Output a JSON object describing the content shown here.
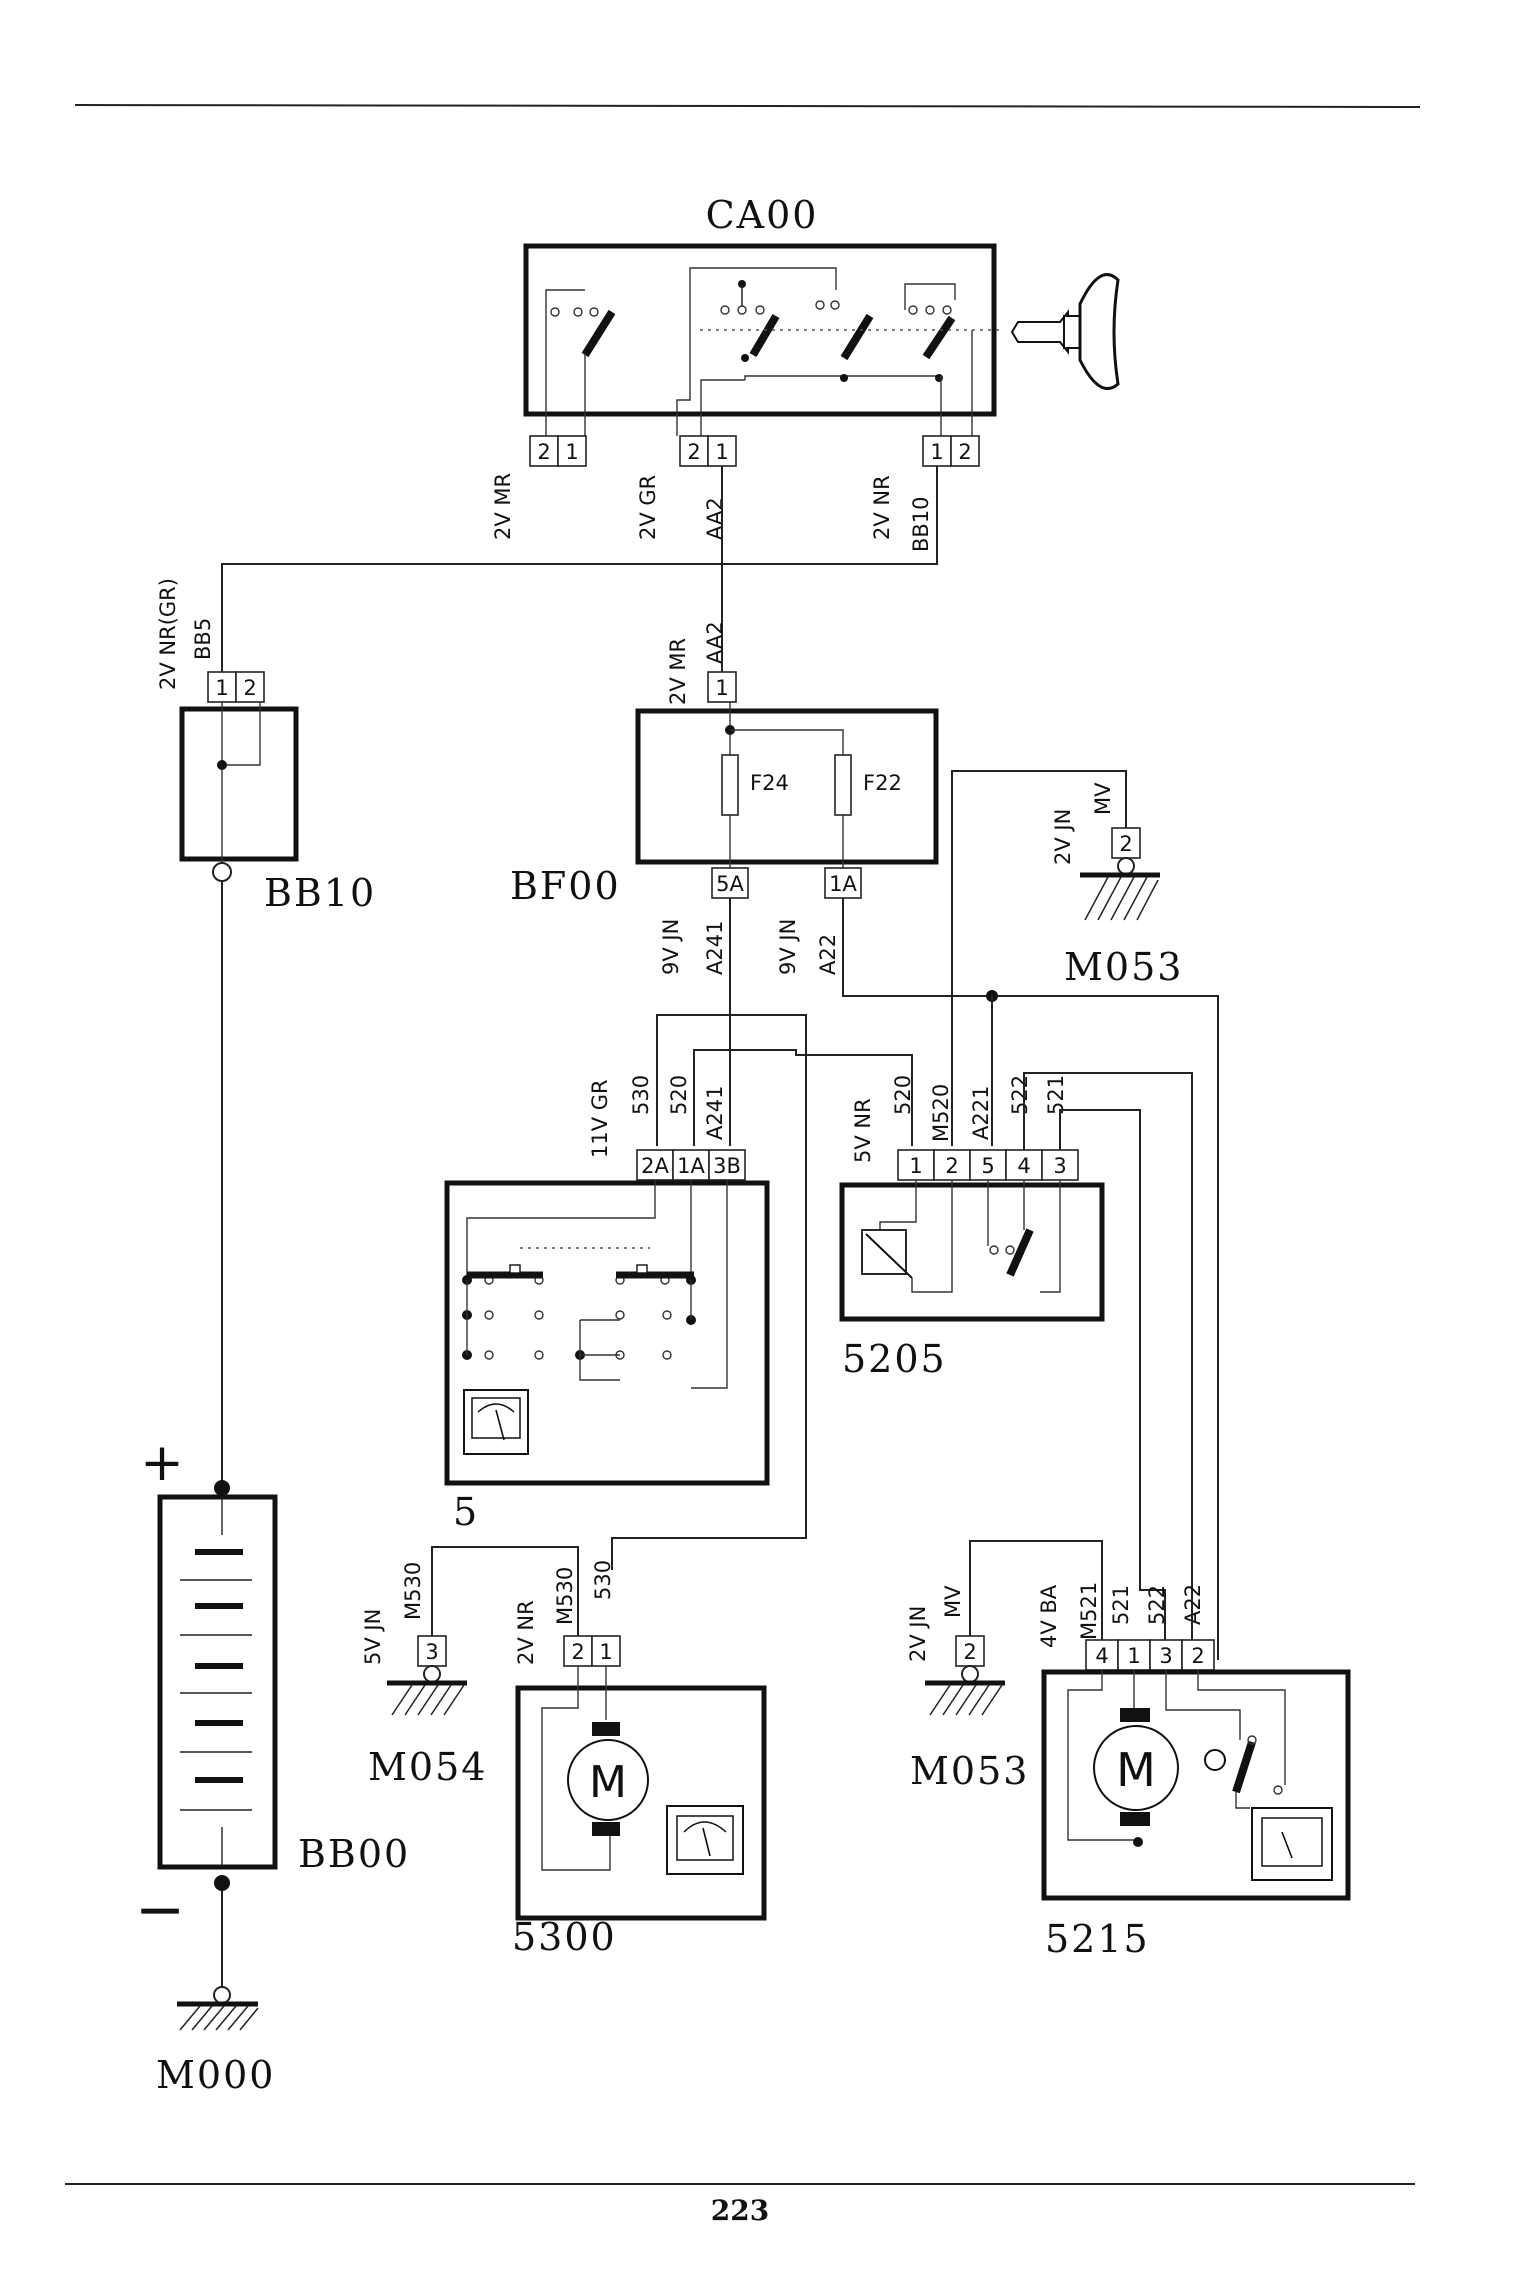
{
  "page_number": "223",
  "components": {
    "ca00": "CA00",
    "bb10": "BB10",
    "bf00": "BF00",
    "m053_top": "M053",
    "c5205": "5205",
    "c5": "5",
    "m054": "M054",
    "bb00": "BB00",
    "m000": "M000",
    "c5300": "5300",
    "m053_bottom": "M053",
    "c5215": "5215"
  },
  "fuses": {
    "f24": "F24",
    "f22": "F22"
  },
  "battery_terminals": {
    "plus": "+",
    "minus": "−"
  },
  "connector_labels": {
    "ca00_left": "2V MR",
    "ca00_mid": "2V GR",
    "ca00_mid_wire": "AA2",
    "ca00_right": "2V NR",
    "ca00_right_wire": "BB10",
    "bb10_conn": "2V NR(GR)",
    "bb10_wire": "BB5",
    "bf00_in": "2V MR",
    "bf00_in_wire": "AA2",
    "bf00_out1": "9V JN",
    "bf00_out1_wire": "A241",
    "bf00_out2": "9V JN",
    "bf00_out2_wire": "A22",
    "m053_top_conn": "2V JN",
    "m053_top_wire": "MV",
    "c5_conn": "11V GR",
    "c5_w1": "530",
    "c5_w2": "520",
    "c5_w3": "A241",
    "c5205_conn": "5V NR",
    "c5205_w1": "520",
    "c5205_w2": "M520",
    "c5205_w3": "A221",
    "c5205_w4": "522",
    "c5205_w5": "521",
    "m054_conn": "5V JN",
    "m054_wire": "M530",
    "c5300_conn": "2V NR",
    "c5300_w1": "M530",
    "c5300_w2": "530",
    "m053_bot_conn": "2V JN",
    "m053_bot_wire": "MV",
    "c5215_conn": "4V BA",
    "c5215_w1": "M521",
    "c5215_w2": "521",
    "c5215_w3": "522",
    "c5215_w4": "A22"
  },
  "pins": {
    "ca00_l": [
      "2",
      "1"
    ],
    "ca00_m": [
      "2",
      "1"
    ],
    "ca00_r": [
      "1",
      "2"
    ],
    "bb10": [
      "1",
      "2"
    ],
    "bf00_in": "1",
    "bf00_out1": "5A",
    "bf00_out2": "1A",
    "m053_top": "2",
    "c5": [
      "2A",
      "1A",
      "3B"
    ],
    "c5205": [
      "1",
      "2",
      "5",
      "4",
      "3"
    ],
    "m054": "3",
    "c5300": [
      "2",
      "1"
    ],
    "m053_bot": "2",
    "c5215": [
      "4",
      "1",
      "3",
      "2"
    ]
  },
  "motor_label": "M"
}
